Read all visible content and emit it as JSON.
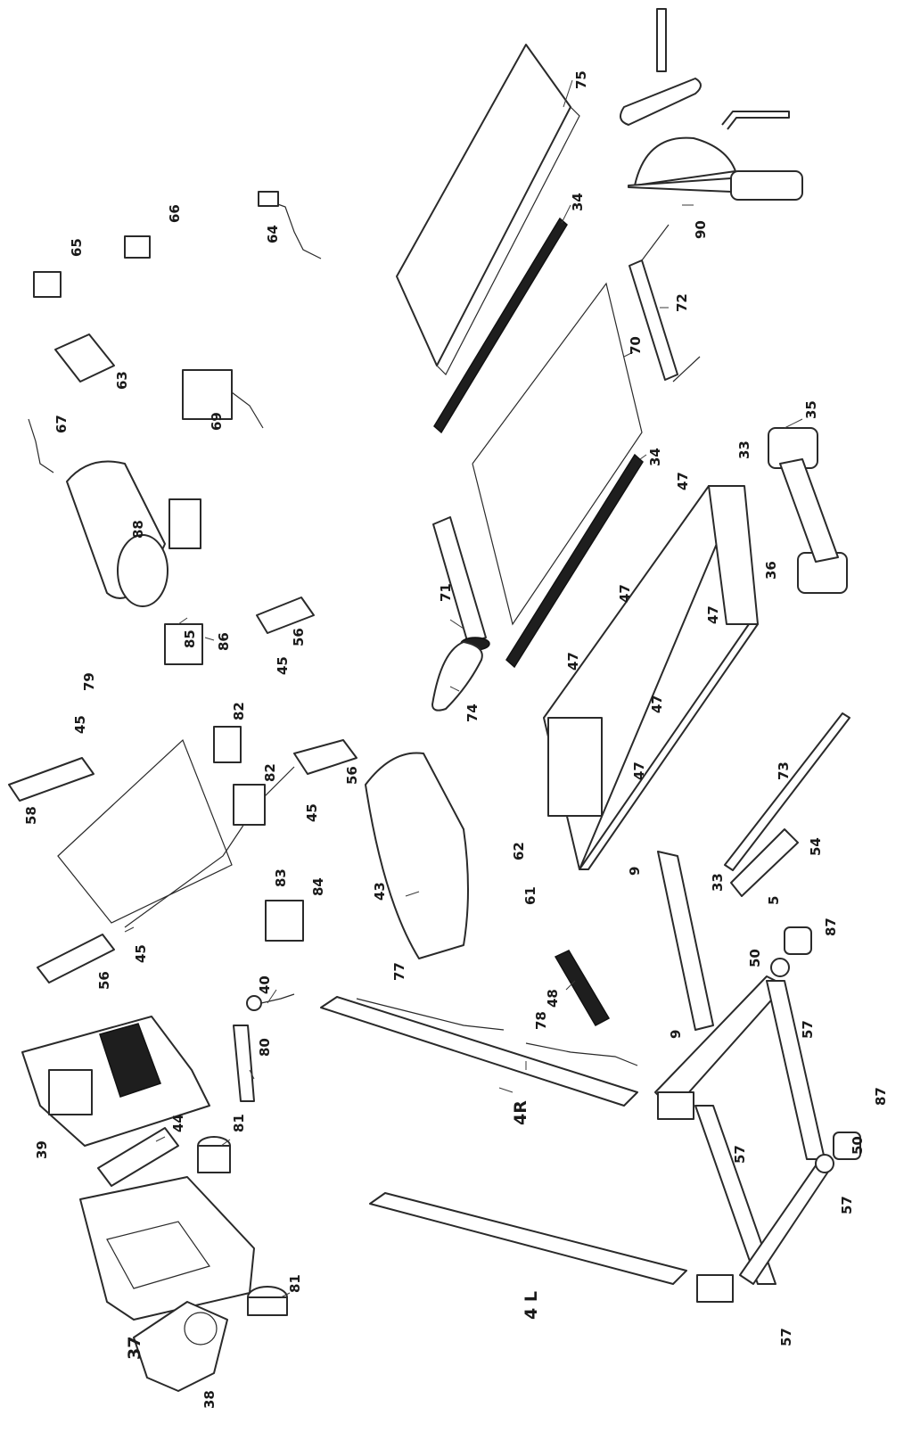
{
  "labels": {
    "p75": "75",
    "p90": "90",
    "p34a": "34",
    "p34b": "34",
    "p64": "64",
    "p66": "66",
    "p65": "65",
    "p63": "63",
    "p67": "67",
    "p69": "69",
    "p72": "72",
    "p70": "70",
    "p88": "88",
    "p35": "35",
    "p33a": "33",
    "p36": "36",
    "p71": "71",
    "p47a": "47",
    "p47b": "47",
    "p47c": "47",
    "p47d": "47",
    "p47e": "47",
    "p47f": "47",
    "p85": "85",
    "p86": "86",
    "p56a": "56",
    "p56b": "56",
    "p56c": "56",
    "p45a": "45",
    "p45b": "45",
    "p45c": "45",
    "p45d": "45",
    "p79": "79",
    "p74": "74",
    "p82a": "82",
    "p82b": "82",
    "p58": "58",
    "p73": "73",
    "p54": "54",
    "p5": "5",
    "p33b": "33",
    "p43": "43",
    "p62": "62",
    "p61": "61",
    "p9a": "9",
    "p9b": "9",
    "p83": "83",
    "p84": "84",
    "p87a": "87",
    "p87b": "87",
    "p50a": "50",
    "p50b": "50",
    "p57a": "57",
    "p57b": "57",
    "p57c": "57",
    "p57d": "57",
    "p77": "77",
    "p48": "48",
    "p78": "78",
    "p40": "40",
    "p80": "80",
    "p39": "39",
    "p44": "44",
    "p81a": "81",
    "p81b": "81",
    "p4R": "4R",
    "p4L": "4 L",
    "p37": "37",
    "p38": "38"
  }
}
